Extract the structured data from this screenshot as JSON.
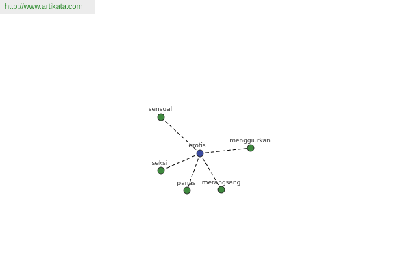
{
  "source_url": "http://www.artikata.com",
  "graph": {
    "center": {
      "id": "erotis",
      "label": "erotis",
      "color": "#3a4aa0"
    },
    "related": [
      {
        "id": "sensual",
        "label": "sensual"
      },
      {
        "id": "menggiurkan",
        "label": "menggiurkan"
      },
      {
        "id": "seksi",
        "label": "seksi"
      },
      {
        "id": "panas",
        "label": "panas"
      },
      {
        "id": "merangsang",
        "label": "merangsang"
      }
    ],
    "related_color": "#3f8a3f",
    "edge_style": "dashed"
  }
}
